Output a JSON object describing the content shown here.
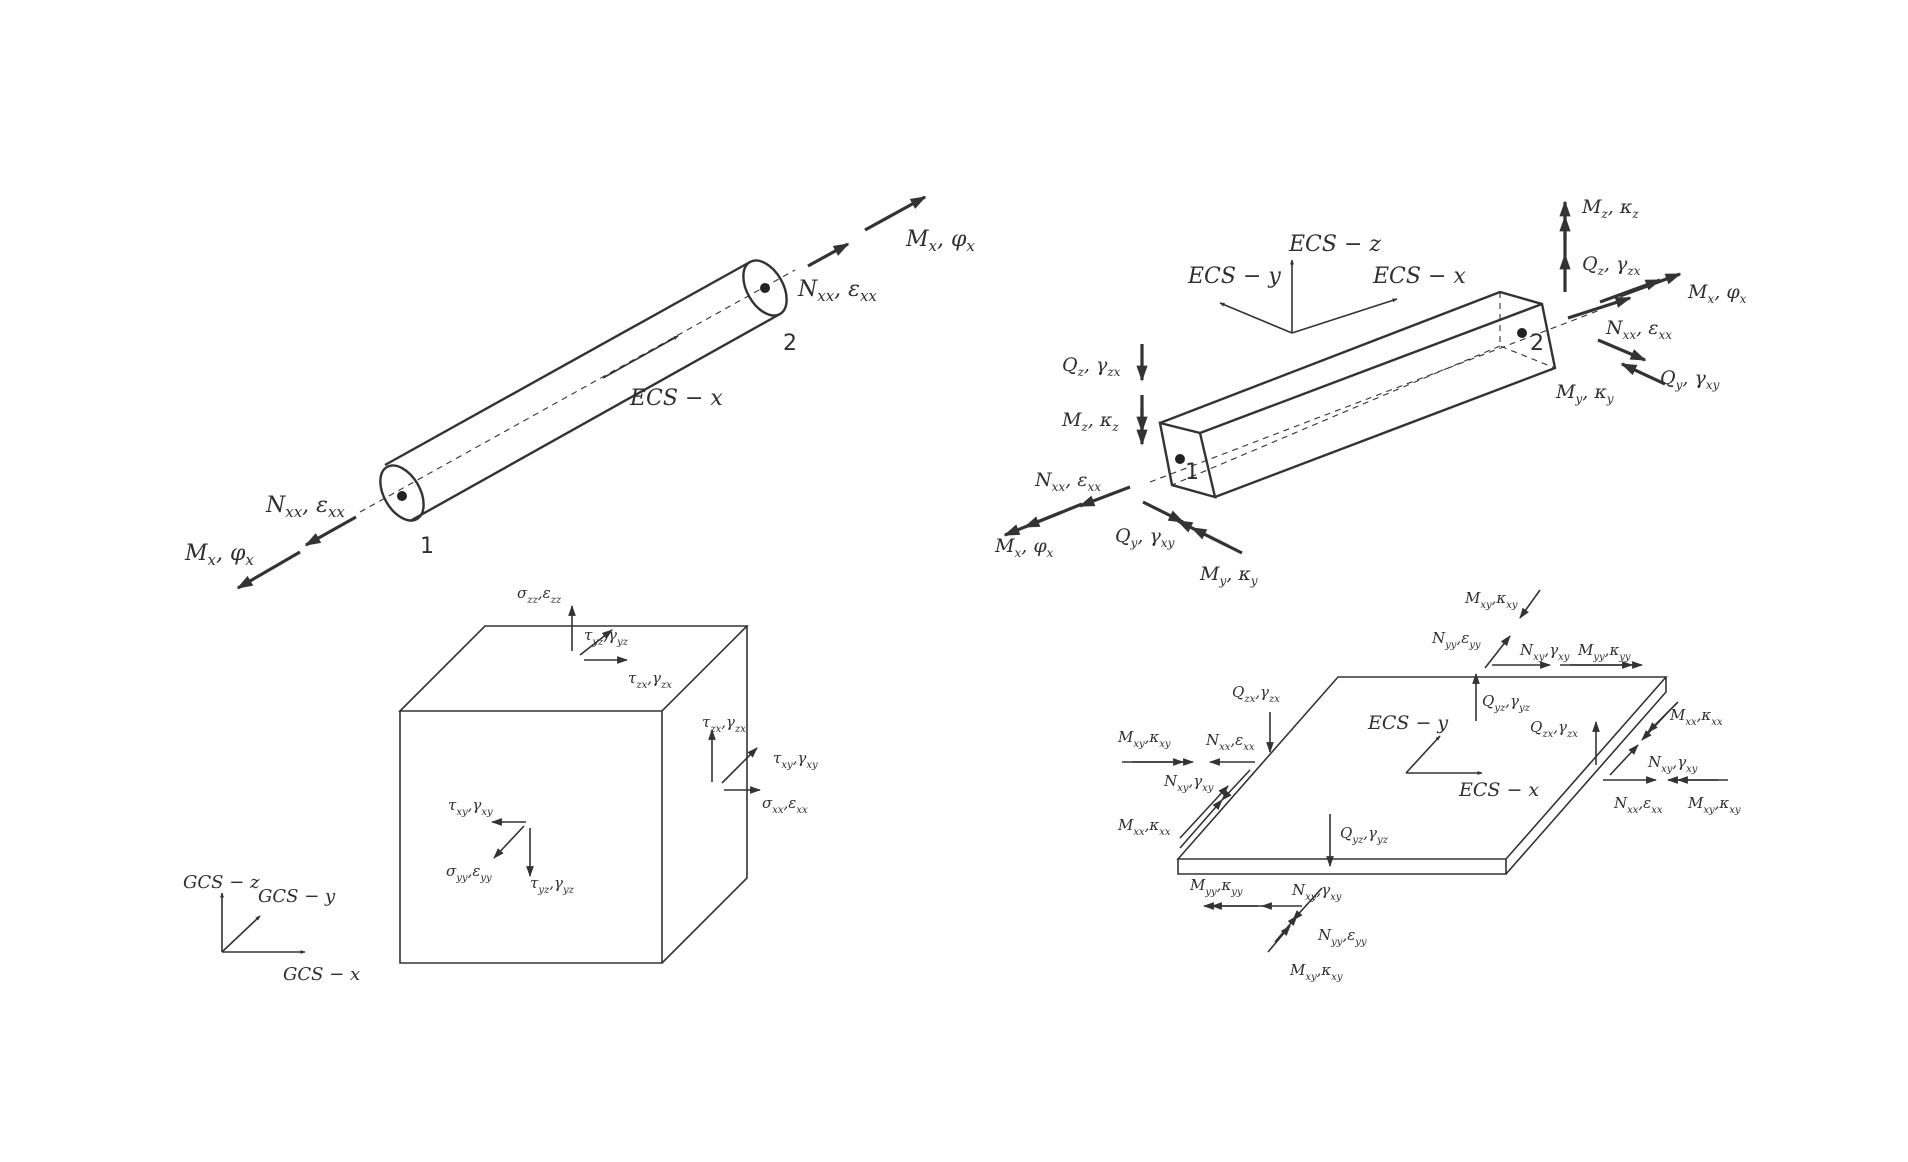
{
  "beam_circular": {
    "ecs_x": "ECS − x",
    "node_1": "1",
    "node_2": "2",
    "n_end2": "N",
    "n_end2_sub": "xx",
    "eps_end2": ", ε",
    "eps_end2_sub": "xx",
    "m_end2": "M",
    "m_end2_sub": "x",
    "phi_end2": ", φ",
    "phi_end2_sub": "x",
    "n_end1": "N",
    "n_end1_sub": "xx",
    "eps_end1": ", ε",
    "eps_end1_sub": "xx",
    "m_end1": "M",
    "m_end1_sub": "x",
    "phi_end1": ", φ",
    "phi_end1_sub": "x"
  },
  "beam_rect": {
    "ecs_y": "ECS − y",
    "ecs_z": "ECS − z",
    "ecs_x": "ECS − x",
    "node_1": "1",
    "node_2": "2",
    "labels": [
      {
        "m": "M",
        "ms": "z",
        "g": ", κ",
        "gs": "z"
      },
      {
        "m": "Q",
        "ms": "z",
        "g": ", γ",
        "gs": "zx"
      },
      {
        "m": "M",
        "ms": "x",
        "g": ", φ",
        "gs": "x"
      },
      {
        "m": "N",
        "ms": "xx",
        "g": ", ε",
        "gs": "xx"
      },
      {
        "m": "Q",
        "ms": "y",
        "g": ", γ",
        "gs": "xy"
      },
      {
        "m": "M",
        "ms": "y",
        "g": ", κ",
        "gs": "y"
      },
      {
        "m": "Q",
        "ms": "z",
        "g": ", γ",
        "gs": "zx"
      },
      {
        "m": "M",
        "ms": "z",
        "g": ", κ",
        "gs": "z"
      },
      {
        "m": "N",
        "ms": "xx",
        "g": ", ε",
        "gs": "xx"
      },
      {
        "m": "M",
        "ms": "x",
        "g": ", φ",
        "gs": "x"
      },
      {
        "m": "Q",
        "ms": "y",
        "g": ", γ",
        "gs": "xy"
      },
      {
        "m": "M",
        "ms": "y",
        "g": ", κ",
        "gs": "y"
      }
    ]
  },
  "cube": {
    "gcs_z": "GCS − z",
    "gcs_y": "GCS − y",
    "gcs_x": "GCS − x",
    "labels": [
      {
        "a": "σ",
        "as": "zz",
        "b": ",ε",
        "bs": "zz"
      },
      {
        "a": "τ",
        "as": "yz",
        "b": ",γ",
        "bs": "yz"
      },
      {
        "a": "τ",
        "as": "zx",
        "b": ",γ",
        "bs": "zx"
      },
      {
        "a": "τ",
        "as": "zx",
        "b": ",γ",
        "bs": "zx"
      },
      {
        "a": "τ",
        "as": "xy",
        "b": ",γ",
        "bs": "xy"
      },
      {
        "a": "σ",
        "as": "xx",
        "b": ",ε",
        "bs": "xx"
      },
      {
        "a": "τ",
        "as": "xy",
        "b": ",γ",
        "bs": "xy"
      },
      {
        "a": "σ",
        "as": "yy",
        "b": ",ε",
        "bs": "yy"
      },
      {
        "a": "τ",
        "as": "yz",
        "b": ",γ",
        "bs": "yz"
      }
    ]
  },
  "plate": {
    "ecs_y": "ECS − y",
    "ecs_x": "ECS − x",
    "labels": [
      {
        "a": "M",
        "as": "xy",
        "b": ",κ",
        "bs": "xy"
      },
      {
        "a": "N",
        "as": "yy",
        "b": ",ε",
        "bs": "yy"
      },
      {
        "a": "N",
        "as": "xy",
        "b": ",γ",
        "bs": "xy"
      },
      {
        "a": "M",
        "as": "yy",
        "b": ",κ",
        "bs": "yy"
      },
      {
        "a": "Q",
        "as": "yz",
        "b": ",γ",
        "bs": "yz"
      },
      {
        "a": "Q",
        "as": "zx",
        "b": ",γ",
        "bs": "zx"
      },
      {
        "a": "M",
        "as": "xy",
        "b": ",κ",
        "bs": "xy"
      },
      {
        "a": "N",
        "as": "xx",
        "b": ",ε",
        "bs": "xx"
      },
      {
        "a": "N",
        "as": "xy",
        "b": ",γ",
        "bs": "xy"
      },
      {
        "a": "M",
        "as": "xx",
        "b": ",κ",
        "bs": "xx"
      },
      {
        "a": "Q",
        "as": "zx",
        "b": ",γ",
        "bs": "zx"
      },
      {
        "a": "M",
        "as": "xx",
        "b": ",κ",
        "bs": "xx"
      },
      {
        "a": "N",
        "as": "xy",
        "b": ",γ",
        "bs": "xy"
      },
      {
        "a": "N",
        "as": "xx",
        "b": ",ε",
        "bs": "xx"
      },
      {
        "a": "M",
        "as": "xy",
        "b": ",κ",
        "bs": "xy"
      },
      {
        "a": "Q",
        "as": "yz",
        "b": ",γ",
        "bs": "yz"
      },
      {
        "a": "M",
        "as": "yy",
        "b": ",κ",
        "bs": "yy"
      },
      {
        "a": "N",
        "as": "xy",
        "b": ",γ",
        "bs": "xy"
      },
      {
        "a": "N",
        "as": "yy",
        "b": ",ε",
        "bs": "yy"
      },
      {
        "a": "M",
        "as": "xy",
        "b": ",κ",
        "bs": "xy"
      }
    ]
  }
}
